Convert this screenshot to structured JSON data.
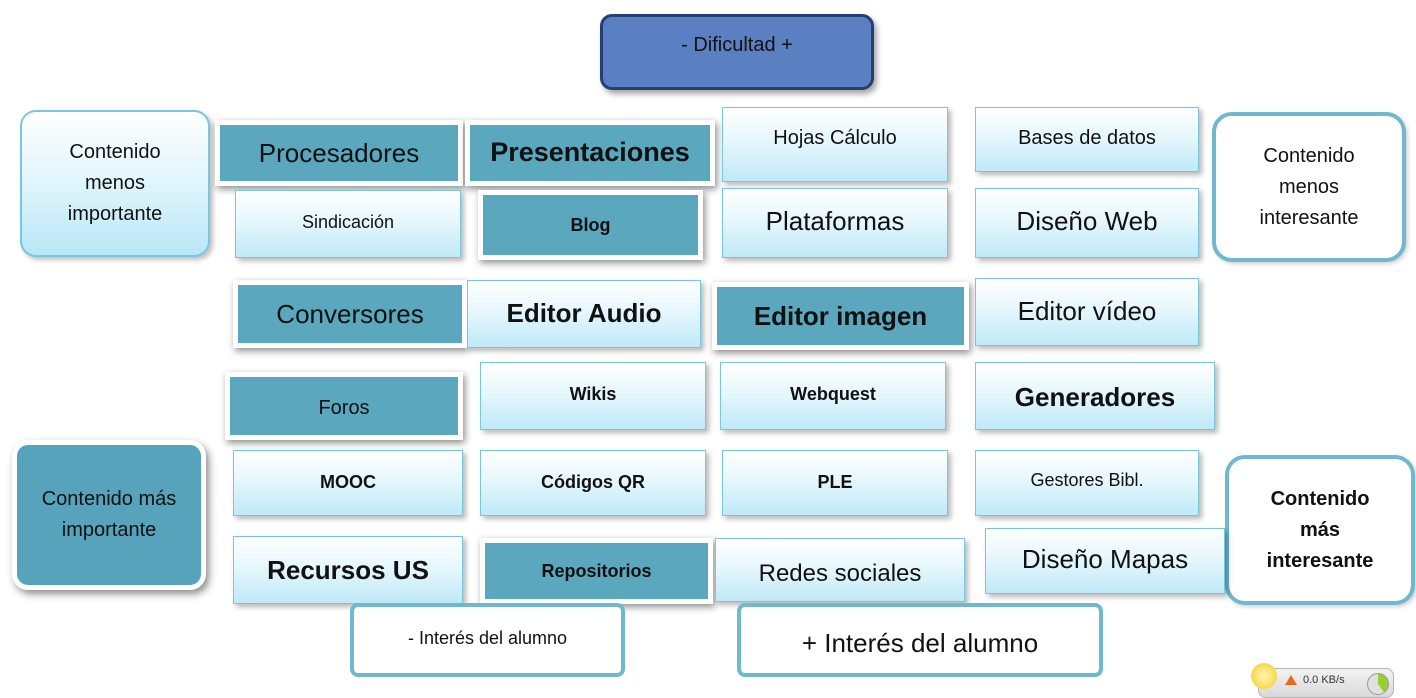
{
  "axes": {
    "difficulty": "- Dificultad +",
    "interest_low": "- Interés del alumno",
    "interest_high": "+ Interés del alumno"
  },
  "legend": {
    "less_important": "Contenido menos importante",
    "more_important": "Contenido más importante",
    "less_interesting": "Contenido menos interesante",
    "more_interesting": "Contenido más interesante"
  },
  "items": {
    "procesadores": "Procesadores",
    "presentaciones": "Presentaciones",
    "hojas_calculo": "Hojas Cálculo",
    "bases_datos": "Bases de datos",
    "sindicacion": "Sindicación",
    "blog": "Blog",
    "plataformas": "Plataformas",
    "diseno_web": "Diseño Web",
    "conversores": "Conversores",
    "editor_audio": "Editor Audio",
    "editor_imagen": "Editor imagen",
    "editor_video": "Editor vídeo",
    "foros": "Foros",
    "wikis": "Wikis",
    "webquest": "Webquest",
    "generadores": "Generadores",
    "mooc": "MOOC",
    "codigos_qr": "Códigos QR",
    "ple": "PLE",
    "gestores_bibl": "Gestores Bibl.",
    "recursos_us": "Recursos US",
    "repositorios": "Repositorios",
    "redes_sociales": "Redes sociales",
    "diseno_mapas": "Diseño Mapas"
  },
  "widget": {
    "speed": "0.0 KB/s"
  },
  "colors": {
    "dark_teal": "#5aa7be",
    "light_cell": "#e6f7fd",
    "axis_blue": "#5a80c2"
  }
}
